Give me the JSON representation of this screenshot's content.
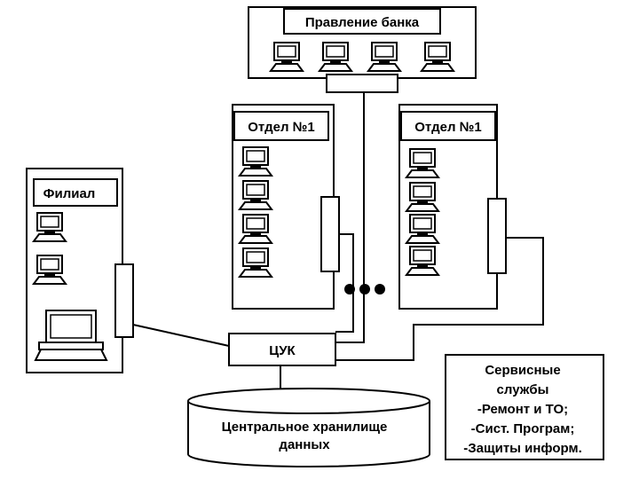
{
  "nodes": {
    "bank_board": {
      "label": "Правление банка"
    },
    "department_left": {
      "label": "Отдел №1"
    },
    "department_right": {
      "label": "Отдел №1"
    },
    "branch": {
      "label": "Филиал"
    },
    "control_center": {
      "label": "ЦУК"
    },
    "storage": {
      "line1": "Центральное хранилище",
      "line2": "данных"
    },
    "services": {
      "lines": [
        "Сервисные",
        "службы",
        "-Ремонт и ТО;",
        "-Сист. Програм;",
        "-Защиты информ."
      ]
    }
  },
  "colors": {
    "stroke": "#000000",
    "fill": "#ffffff",
    "screen": "#ffffff"
  },
  "icons": {
    "workstation": "desktop-computer-icon",
    "laptop": "laptop-computer-icon",
    "ellipsis": "dots-icon"
  }
}
